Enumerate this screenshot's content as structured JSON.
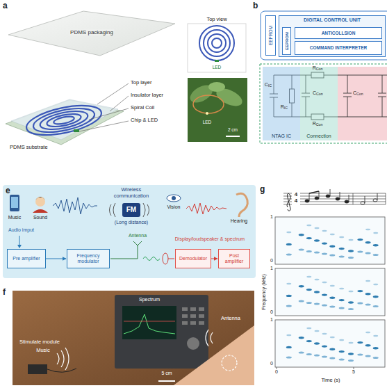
{
  "diagram": {
    "nodes": [
      {
        "text": [
          "EEPROM"
        ]
      },
      {
        "text": [
          "DIGITAL CONTROL UNIT"
        ]
      },
      {
        "text": [
          "EEPROM"
        ],
        "in": 1
      },
      {
        "text": [
          "ANTICOLLSION"
        ],
        "in": 1
      },
      {
        "text": [
          "COMMAND INTERPRETER"
        ],
        "in": 1
      },
      {
        "text": [
          "NTAG IC"
        ]
      },
      {
        "text": [
          "Connection"
        ]
      },
      {
        "text": [
          "FM"
        ]
      },
      {
        "text": [
          "Pre amplifier"
        ]
      },
      {
        "text": [
          "Frequency modulator"
        ]
      },
      {
        "text": [
          "Demodulator"
        ]
      },
      {
        "text": [
          "Post amplifier"
        ]
      }
    ],
    "edges": [
      {
        "from": 8,
        "to": 9,
        "arrow": "to"
      },
      {
        "from": 10,
        "to": 11,
        "arrow": "to"
      }
    ],
    "labels": [
      "a",
      "PDMS packaging",
      "Top view",
      "LED",
      "Top layer",
      "Insulator layer",
      "Spiral Coil",
      "Chip & LED",
      "PDMS substrate",
      "LED",
      "2 cm",
      "b",
      "CIC",
      "RIC",
      "RCon",
      "CCon",
      "CCon",
      "RCon",
      "e",
      "Wireless communication",
      "(Long distance)",
      "Music",
      "Sound",
      "Vision",
      "Hearing",
      "Audio imput",
      "Antenna",
      "Display/loudspeaker & spectrum",
      "f",
      "Spectrum",
      "Stimulate module",
      "Music",
      "Antenna",
      "5 cm",
      "g",
      "4",
      "4",
      "1",
      "0",
      "1",
      "0",
      "1",
      "0",
      "Frequency (kHz)",
      "0",
      "5",
      "Time (s)"
    ]
  }
}
